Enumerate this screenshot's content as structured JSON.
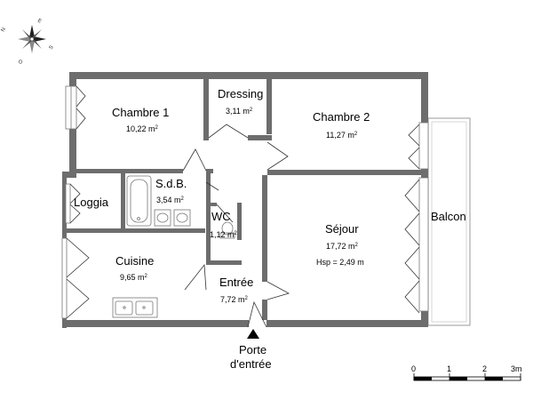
{
  "compass": {
    "n": "N",
    "e": "E",
    "s": "S",
    "o": "O"
  },
  "rooms": {
    "chambre1": {
      "name": "Chambre 1",
      "area": "10,22 m"
    },
    "dressing": {
      "name": "Dressing",
      "area": "3,11 m"
    },
    "chambre2": {
      "name": "Chambre 2",
      "area": "11,27 m"
    },
    "sdb": {
      "name": "S.d.B.",
      "area": "3,54 m"
    },
    "loggia": {
      "name": "Loggia"
    },
    "wc": {
      "name": "WC",
      "area": "1,12 m"
    },
    "sejour": {
      "name": "Séjour",
      "area": "17,72 m",
      "hsp": "Hsp = 2,49 m"
    },
    "balcon": {
      "name": "Balcon"
    },
    "cuisine": {
      "name": "Cuisine",
      "area": "9,65 m"
    },
    "entree": {
      "name": "Entrée",
      "area": "7,72 m"
    }
  },
  "unit_sup": "2",
  "entrance": {
    "line1": "Porte",
    "line2": "d'entrée"
  },
  "scale": {
    "t0": "0",
    "t1": "1",
    "t2": "2",
    "t3": "3m"
  }
}
